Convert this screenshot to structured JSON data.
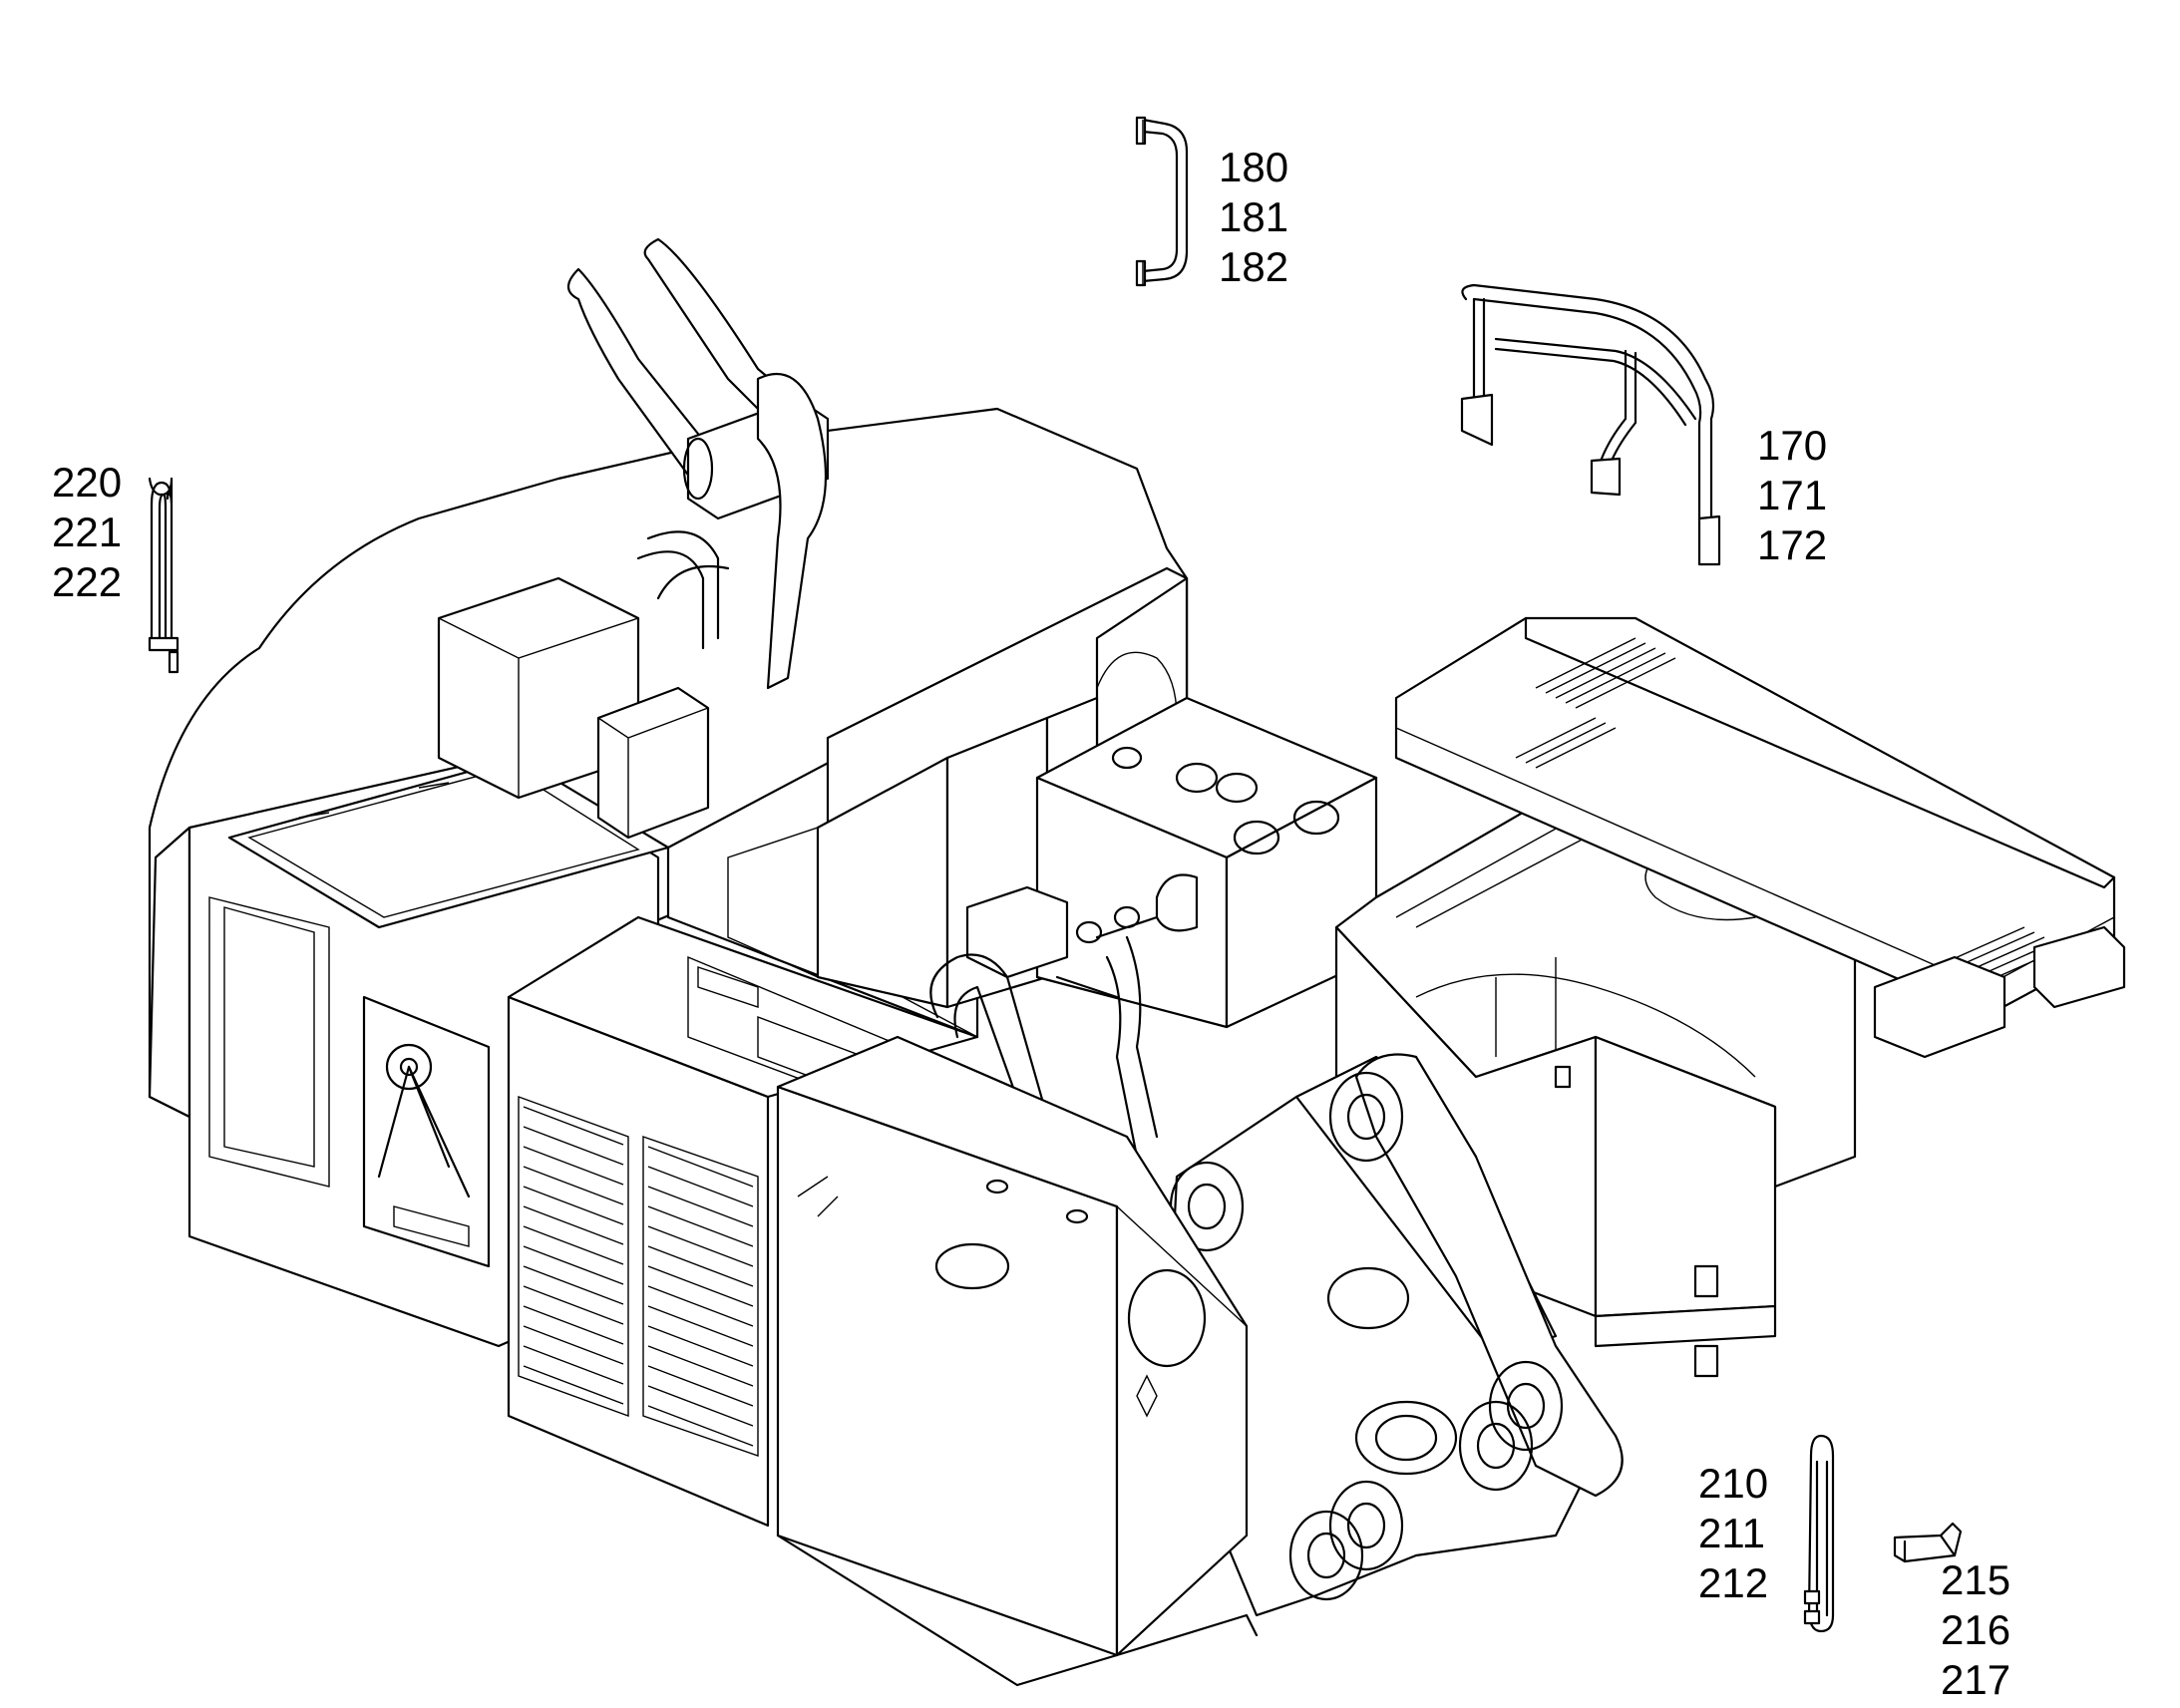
{
  "callouts": {
    "top_handrail": [
      "180",
      "181",
      "182"
    ],
    "guard_rail": [
      "170",
      "171",
      "172"
    ],
    "left_handrail": [
      "220",
      "221",
      "222"
    ],
    "right_handrail": [
      "210",
      "211",
      "212"
    ],
    "step_bracket": [
      "215",
      "216",
      "217"
    ]
  },
  "colors": {
    "line": "#000000",
    "background": "#ffffff"
  }
}
